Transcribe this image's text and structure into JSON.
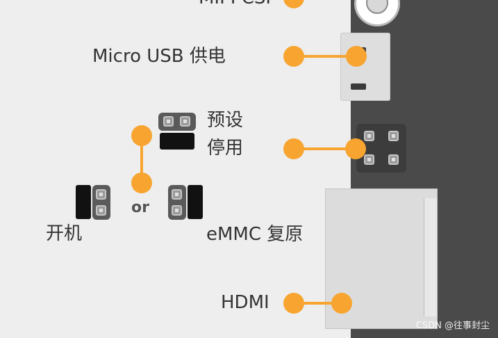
{
  "labels": {
    "top_cut": "MIPI CSI",
    "micro_usb": "Micro USB 供电",
    "preset_line1": "预设",
    "preset_line2": "停用",
    "or": "or",
    "power_on": "开机",
    "emmc": "eMMC 复原",
    "hdmi": "HDMI"
  },
  "watermark": "CSDN @往事封尘",
  "colors": {
    "accent": "#f7a530",
    "board": "#4a4a4a",
    "background": "#eeeeee",
    "text": "#333333"
  }
}
